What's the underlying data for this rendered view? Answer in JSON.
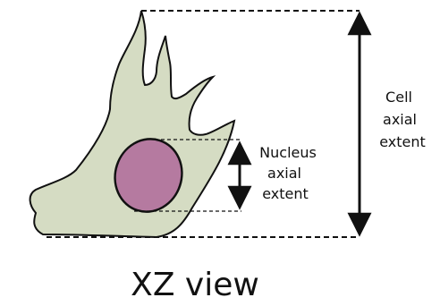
{
  "labels": {
    "cell_line1": "Cell",
    "cell_line2": "axial",
    "cell_line3": "extent",
    "nucleus_line1": "Nucleus",
    "nucleus_line2": "axial",
    "nucleus_line3": "extent",
    "view_title": "XZ view"
  },
  "colors": {
    "cell_fill": "#d5dcc3",
    "nucleus_fill": "#b57aa0",
    "outline": "#111111",
    "background": "#ffffff"
  }
}
